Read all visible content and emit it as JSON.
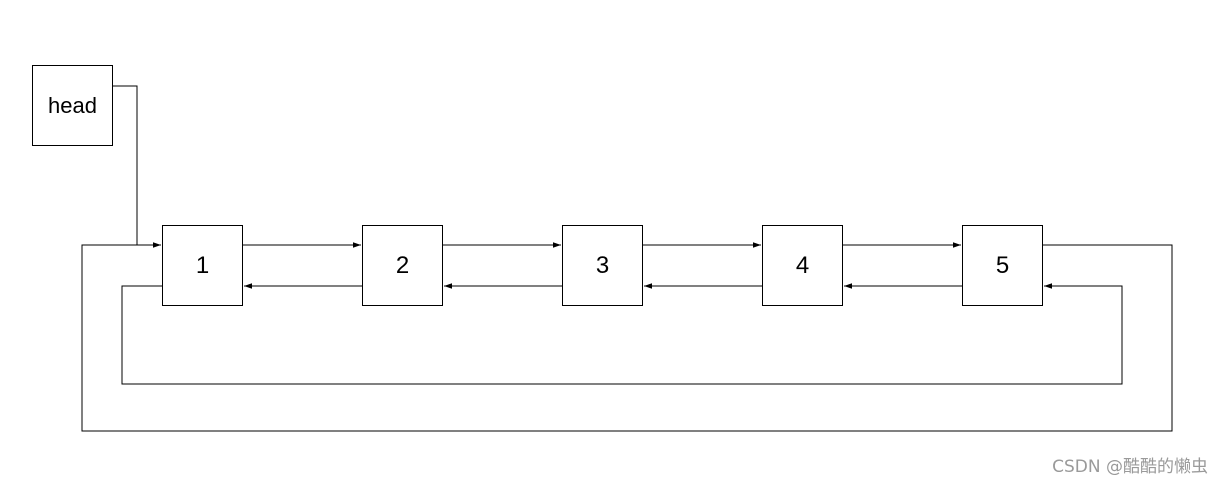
{
  "diagram": {
    "head_label": "head",
    "nodes": [
      {
        "label": "1"
      },
      {
        "label": "2"
      },
      {
        "label": "3"
      },
      {
        "label": "4"
      },
      {
        "label": "5"
      }
    ]
  },
  "watermark": "CSDN @酷酷的懒虫"
}
